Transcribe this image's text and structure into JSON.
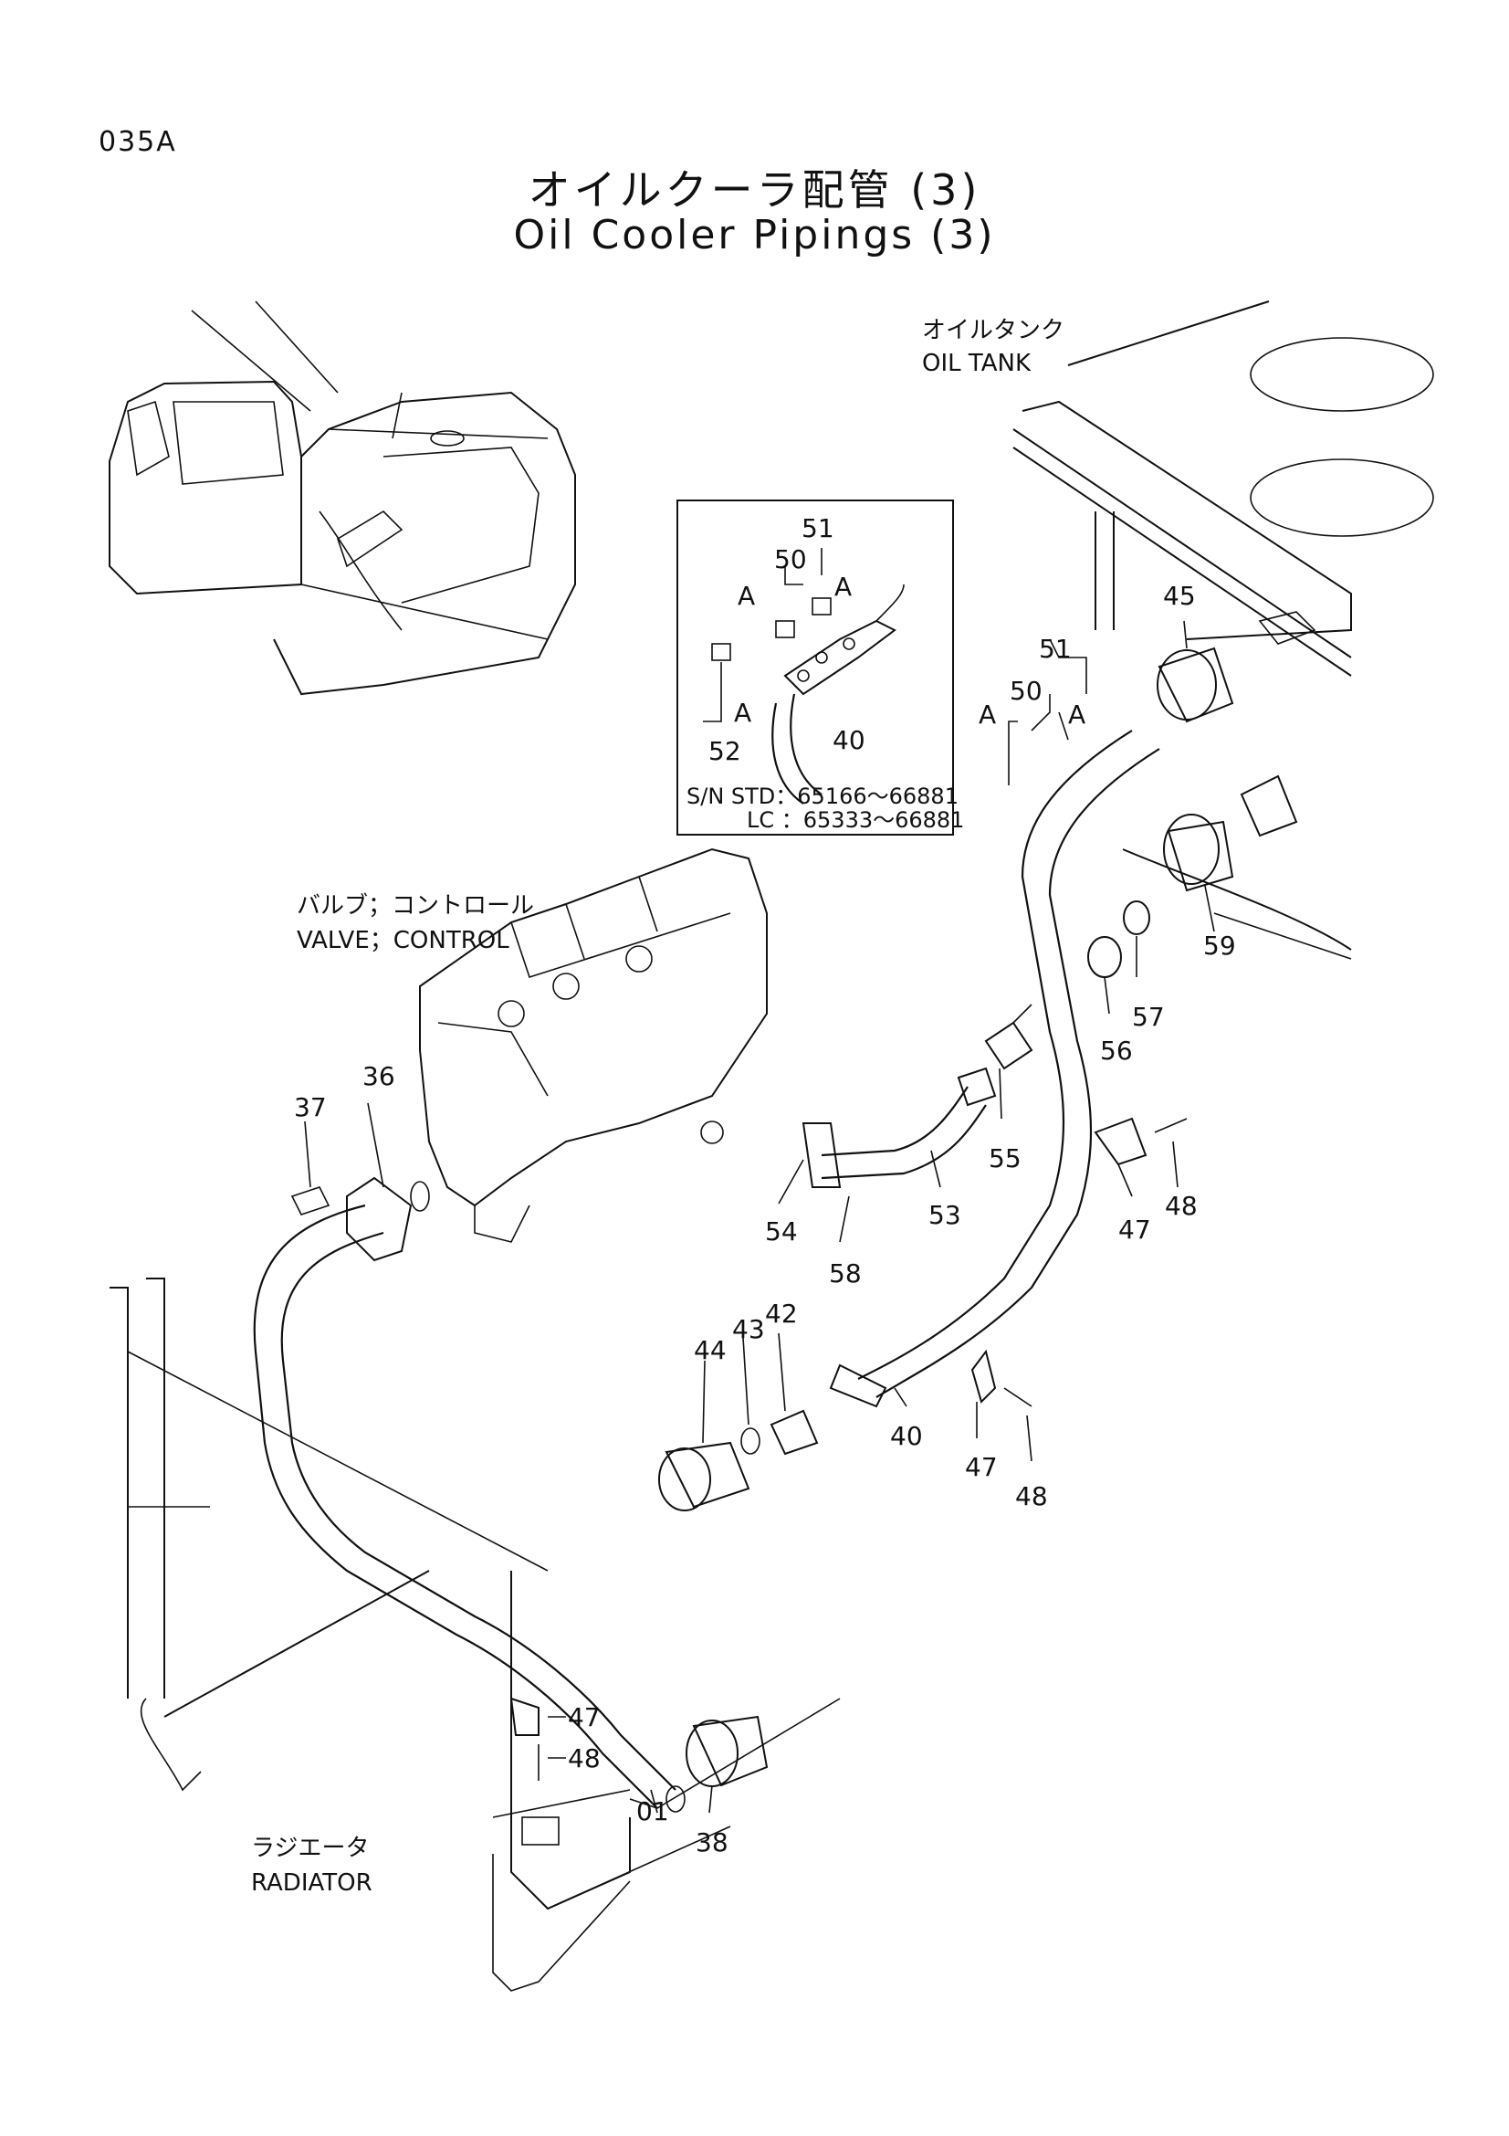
{
  "page_code": "035A",
  "title_jp": "オイルクーラ配管 (3)",
  "title_en": "Oil Cooler Pipings (3)",
  "labels": {
    "oil_tank_jp": "オイルタンク",
    "oil_tank_en": "OIL  TANK",
    "valve_jp": "バルブ；コントロール",
    "valve_en": "VALVE；CONTROL",
    "radiator_jp": "ラジエータ",
    "radiator_en": "RADIATOR"
  },
  "inset": {
    "serial_line1": "S/N  STD：65166～66881",
    "serial_line2": "LC  ：65333～66881",
    "view_mark": "A",
    "callouts": [
      "51",
      "50",
      "52",
      "40"
    ]
  },
  "callouts": {
    "p51": "51",
    "p50": "50",
    "p45": "45",
    "p59": "59",
    "p57": "57",
    "p56": "56",
    "p55": "55",
    "p53": "53",
    "p54": "54",
    "p58": "58",
    "p47a": "47",
    "p48a": "48",
    "p36": "36",
    "p37": "37",
    "p44": "44",
    "p43": "43",
    "p42": "42",
    "p40": "40",
    "p47b": "47",
    "p48b": "48",
    "p47c": "47",
    "p48c": "48",
    "p01": "01",
    "p38": "38",
    "a": "A"
  }
}
